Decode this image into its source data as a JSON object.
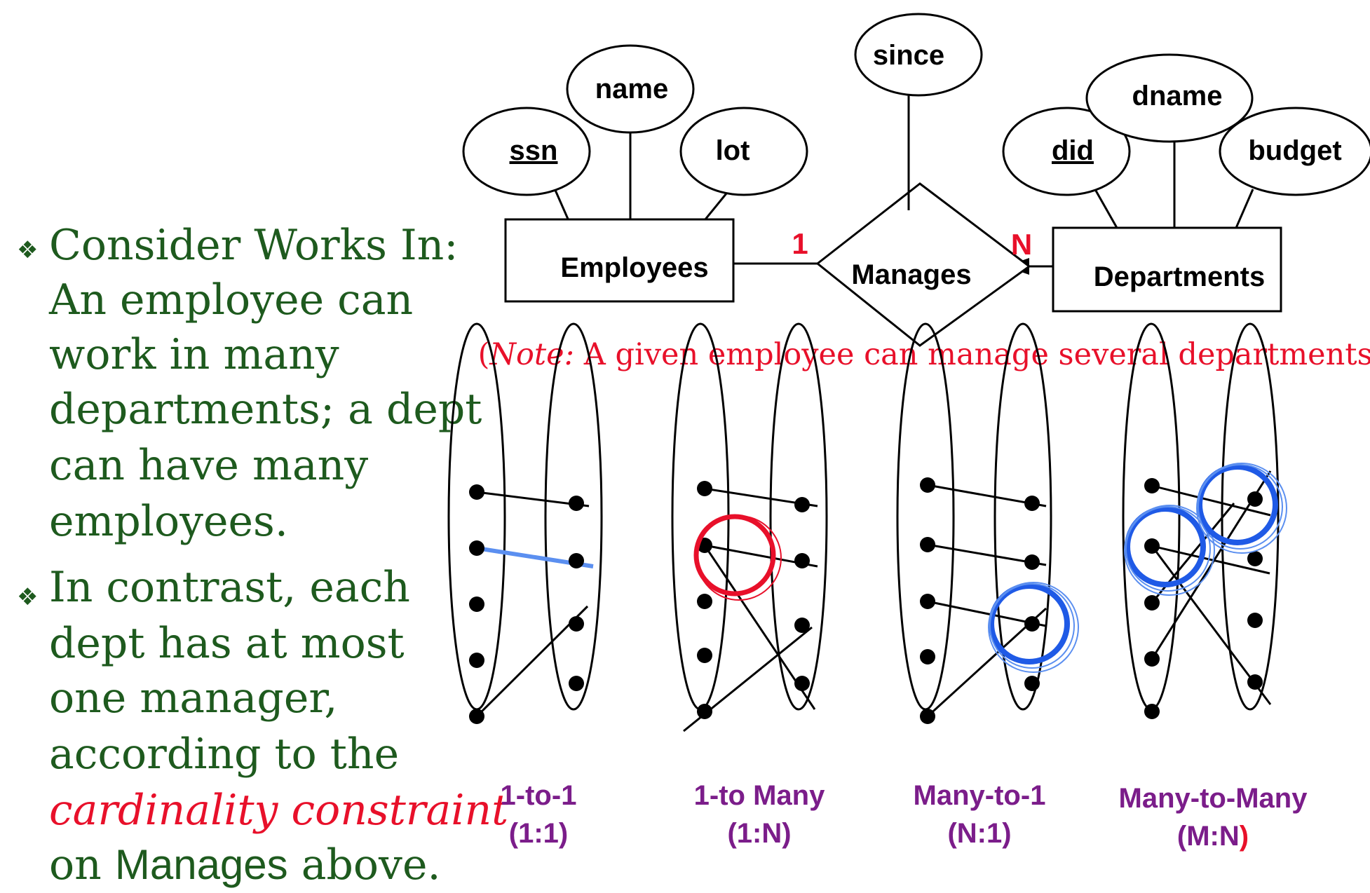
{
  "bullets": [
    {
      "lines": [
        "Consider Works In:",
        "An employee can",
        "work in many",
        "departments; a dept",
        "can have many",
        "employees."
      ]
    },
    {
      "lines": [
        "In contrast, each",
        "dept has at most",
        "one manager,",
        "according to the"
      ],
      "red_line": "cardinality constraint",
      "last_line_before": "on ",
      "last_line_sans": "Manages",
      "last_line_after": " above."
    }
  ],
  "er": {
    "entity_left": "Employees",
    "entity_right": "Departments",
    "relationship": "Manages",
    "attributes": {
      "ssn": "ssn",
      "name": "name",
      "lot": "lot",
      "since": "since",
      "did": "did",
      "dname": "dname",
      "budget": "budget"
    },
    "card_left": "1",
    "card_right": "N"
  },
  "note": {
    "open": "(",
    "italic": "Note:",
    "rest": " A given employee can manage several departments)"
  },
  "mappings": [
    {
      "line1": "1-to-1",
      "line2": "(1:1)"
    },
    {
      "line1": "1-to Many",
      "line2": "(1:N)"
    },
    {
      "line1": "Many-to-1",
      "line2": "(N:1)"
    },
    {
      "line1": "Many-to-Many",
      "line2_main": "(M:N",
      "line2_red": ")"
    }
  ],
  "colors": {
    "green_text": "#1e5a1e",
    "red": "#e8102a",
    "purple": "#7b1d8a",
    "blue": "#1f5ae6",
    "light_blue": "#5b8ff0"
  }
}
